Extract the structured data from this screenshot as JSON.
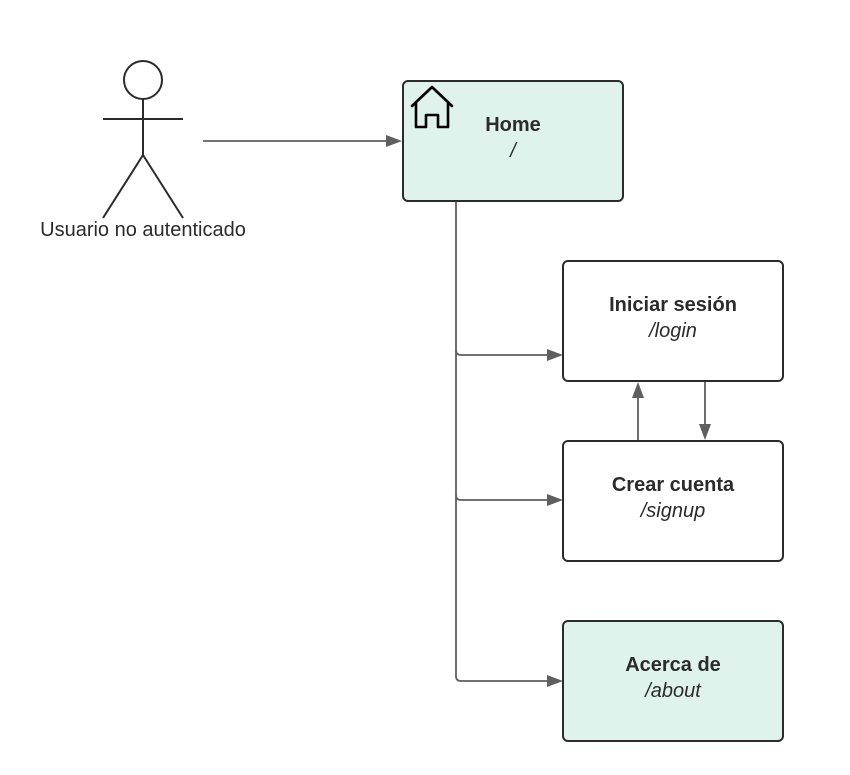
{
  "colors": {
    "accent_fill": "#dff3ec",
    "plain_fill": "#ffffff",
    "stroke": "#2b2b2b",
    "connector": "#5f5f5f"
  },
  "actor": {
    "label": "Usuario no autenticado",
    "icon": "stick-figure-icon"
  },
  "nodes": {
    "home": {
      "title": "Home",
      "route": "/",
      "icon": "home-icon",
      "fill": "#dff3ec"
    },
    "login": {
      "title": "Iniciar sesión",
      "route": "/login",
      "fill": "#ffffff"
    },
    "signup": {
      "title": "Crear cuenta",
      "route": "/signup",
      "fill": "#ffffff"
    },
    "about": {
      "title": "Acerca de",
      "route": "/about",
      "fill": "#dff3ec"
    }
  }
}
